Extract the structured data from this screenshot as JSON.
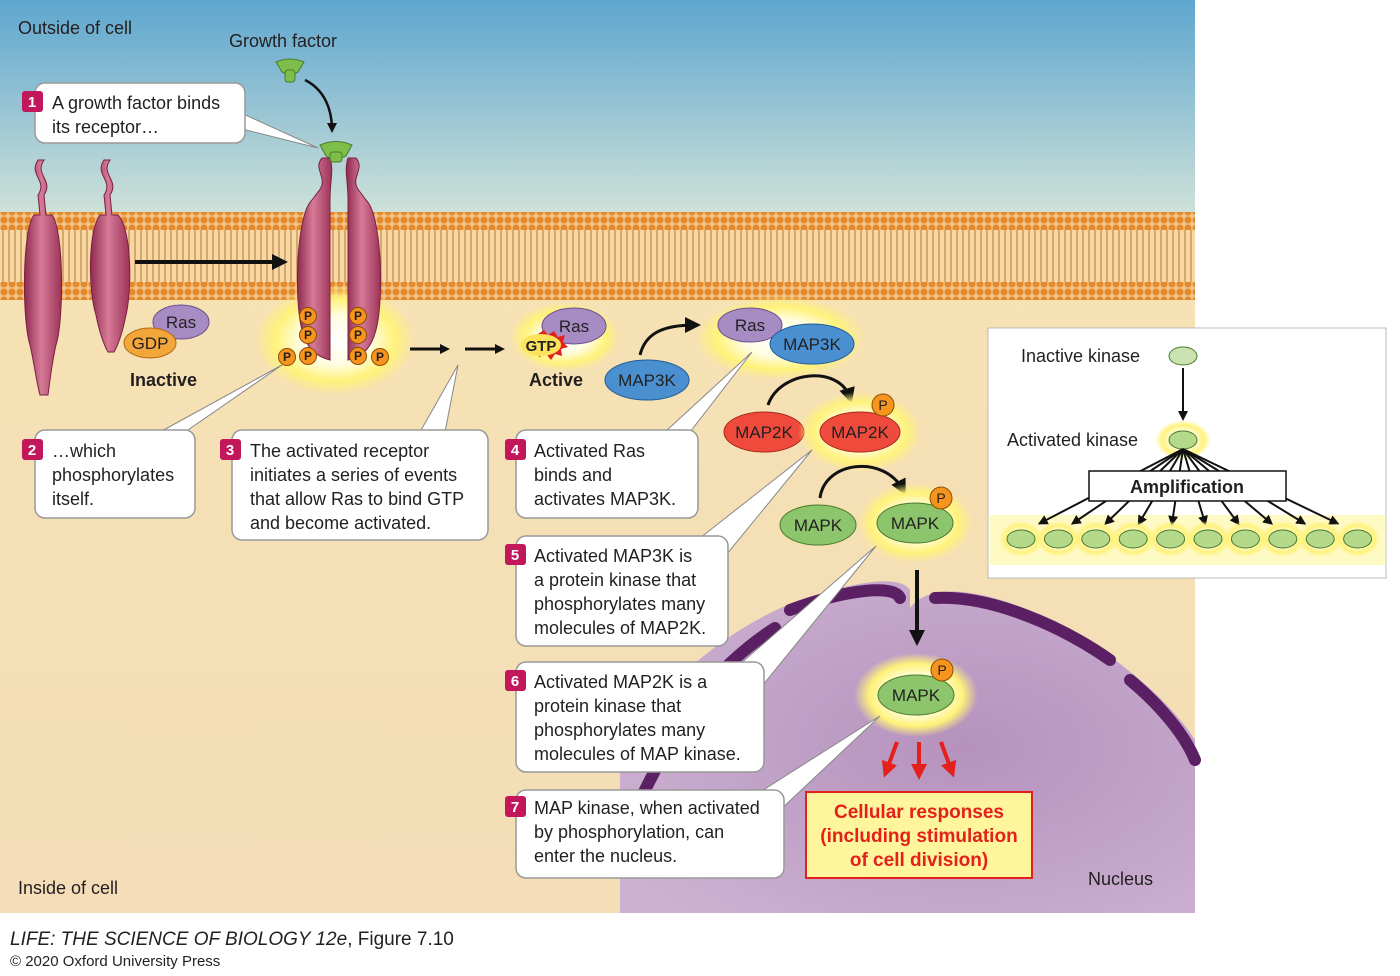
{
  "region_labels": {
    "outside": "Outside of cell",
    "inside": "Inside of cell",
    "nucleus": "Nucleus"
  },
  "molecules": {
    "growth_factor": "Growth factor",
    "ras": "Ras",
    "gdp": "GDP",
    "gtp": "GTP",
    "map3k": "MAP3K",
    "map2k": "MAP2K",
    "mapk": "MAPK",
    "p": "P"
  },
  "states": {
    "inactive": "Inactive",
    "active": "Active"
  },
  "steps": [
    {
      "num": "1",
      "lines": [
        "A growth factor binds",
        "its receptor…"
      ]
    },
    {
      "num": "2",
      "lines": [
        "…which",
        "phosphorylates",
        "itself."
      ]
    },
    {
      "num": "3",
      "lines": [
        "The activated receptor",
        "initiates a series of events",
        "that allow Ras to bind GTP",
        "and become activated."
      ]
    },
    {
      "num": "4",
      "lines": [
        "Activated Ras",
        "binds and",
        "activates MAP3K."
      ]
    },
    {
      "num": "5",
      "lines": [
        "Activated MAP3K is",
        "a protein kinase that",
        "phosphorylates many",
        "molecules of MAP2K."
      ]
    },
    {
      "num": "6",
      "lines": [
        "Activated MAP2K is a",
        "protein kinase that",
        "phosphorylates many",
        "molecules of MAP kinase."
      ]
    },
    {
      "num": "7",
      "lines": [
        "MAP kinase, when activated",
        "by phosphorylation, can",
        "enter the nucleus."
      ]
    }
  ],
  "responses": {
    "lines": [
      "Cellular responses",
      "(including stimulation",
      "of cell division)"
    ]
  },
  "inset": {
    "inactive_kinase": "Inactive kinase",
    "activated_kinase": "Activated kinase",
    "amplification": "Amplification",
    "product_count": 10
  },
  "credit": {
    "title_italic": "LIFE: THE SCIENCE OF BIOLOGY 12e",
    "figure": ", Figure 7.10",
    "copyright": "© 2020 Oxford University Press"
  },
  "colors": {
    "step_number": "#c2185b",
    "response_text": "#e3201b",
    "response_fill": "#fff59d",
    "membrane": "#e8953a",
    "receptor": "#b03a64",
    "ras": "#a78cc4",
    "gdp": "#f3a73a",
    "map3k": "#4a90d0",
    "map2k": "#ef4a3c",
    "mapk": "#8cc56c",
    "phosphate": "#f7941d",
    "nucleus": "#bf9ec6"
  }
}
